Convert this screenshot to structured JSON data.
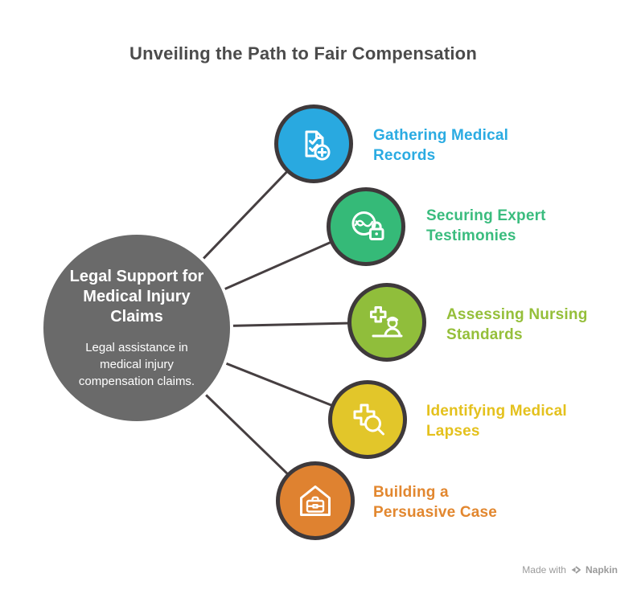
{
  "title": "Unveiling the Path to Fair Compensation",
  "colors": {
    "title": "#4b4b4b",
    "connector": "#463f41",
    "ring": "#3e393b",
    "watermark": "#9b9b9b"
  },
  "center": {
    "heading": "Legal Support for\nMedical Injury\nClaims",
    "description": "Legal assistance in\nmedical injury\ncompensation claims.",
    "fill": "#6a6a6a"
  },
  "nodes": [
    {
      "label": "Gathering Medical\nRecords",
      "color": "#29a9e0",
      "text_color": "#2aabe2",
      "icon": "medical-record-icon"
    },
    {
      "label": "Securing Expert\nTestimonies",
      "color": "#35ba78",
      "text_color": "#3abc7e",
      "icon": "wave-circle-lock-icon"
    },
    {
      "label": "Assessing Nursing\nStandards",
      "color": "#90be3b",
      "text_color": "#95bf3a",
      "icon": "nurse-cross-icon"
    },
    {
      "label": "Identifying Medical\nLapses",
      "color": "#e2c62a",
      "text_color": "#e4c11d",
      "icon": "cross-magnifier-icon"
    },
    {
      "label": "Building a\nPersuasive Case",
      "color": "#df8230",
      "text_color": "#e2872f",
      "icon": "house-briefcase-icon"
    }
  ],
  "watermark": {
    "prefix": "Made with",
    "brand": "Napkin"
  }
}
